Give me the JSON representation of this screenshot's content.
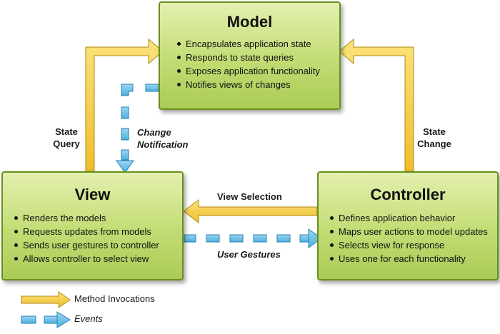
{
  "model": {
    "title": "Model",
    "items": [
      "Encapsulates application state",
      "Responds to state queries",
      "Exposes application functionality",
      "Notifies views of changes"
    ]
  },
  "view": {
    "title": "View",
    "items": [
      "Renders the models",
      "Requests updates from models",
      "Sends user gestures to controller",
      "Allows controller to select view"
    ]
  },
  "controller": {
    "title": "Controller",
    "items": [
      "Defines application behavior",
      "Maps user actions to model updates",
      "Selects view for response",
      "Uses one for each functionality"
    ]
  },
  "labels": {
    "state_query": [
      "State",
      "Query"
    ],
    "state_change": [
      "State",
      "Change"
    ],
    "change_notification": [
      "Change",
      "Notification"
    ],
    "view_selection": "View Selection",
    "user_gestures": "User Gestures"
  },
  "legend": {
    "method_invocations": "Method Invocations",
    "events": "Events"
  },
  "colors": {
    "box_fill": "#c2dc74",
    "box_border": "#6a8f1e",
    "method_arrow": "#f2c94c",
    "method_arrow_border": "#b08a1a",
    "event_arrow": "#6fc1e9",
    "event_arrow_border": "#2a7fad"
  }
}
